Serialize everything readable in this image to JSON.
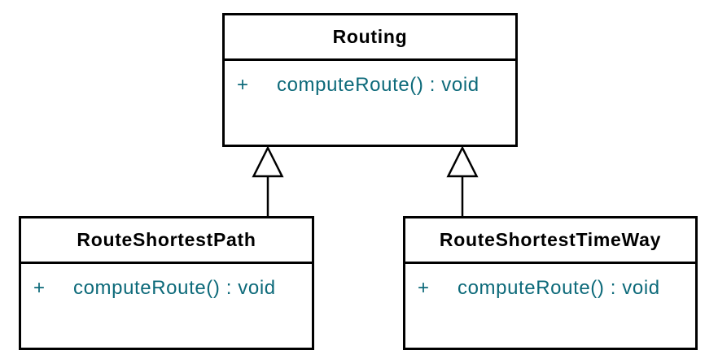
{
  "diagram": {
    "kind": "uml-class-diagram",
    "colors": {
      "background": "#ffffff",
      "box_border": "#000000",
      "title_text": "#000000",
      "method_text": "#0d6a7a"
    },
    "classes": [
      {
        "name": "Routing",
        "methods": [
          {
            "visibility": "+",
            "signature": "computeRoute() : void"
          }
        ]
      },
      {
        "name": "RouteShortestPath",
        "methods": [
          {
            "visibility": "+",
            "signature": "computeRoute() : void"
          }
        ]
      },
      {
        "name": "RouteShortestTimeWay",
        "methods": [
          {
            "visibility": "+",
            "signature": "computeRoute() : void"
          }
        ]
      }
    ],
    "relationships": [
      {
        "type": "generalization",
        "from": "RouteShortestPath",
        "to": "Routing"
      },
      {
        "type": "generalization",
        "from": "RouteShortestTimeWay",
        "to": "Routing"
      }
    ]
  }
}
